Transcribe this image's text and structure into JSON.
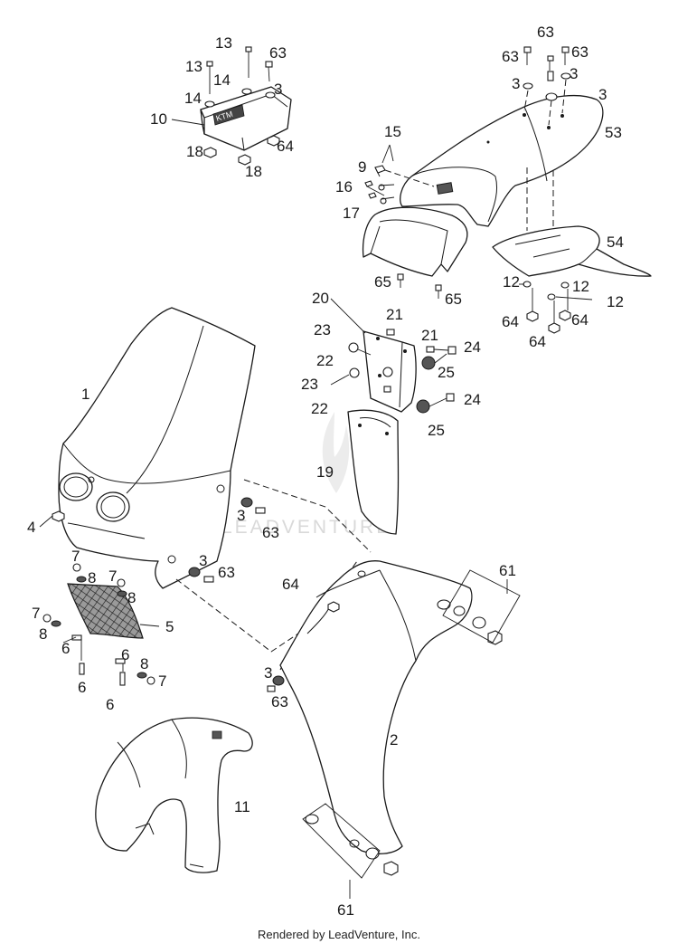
{
  "footer_text": "Rendered by LeadVenture, Inc.",
  "watermark_text": "LEADVENTURE",
  "callouts": [
    {
      "id": "c13a",
      "text": "13"
    },
    {
      "id": "c63a",
      "text": "63"
    },
    {
      "id": "c13b",
      "text": "13"
    },
    {
      "id": "c14a",
      "text": "14"
    },
    {
      "id": "c3a",
      "text": "3"
    },
    {
      "id": "c14b",
      "text": "14"
    },
    {
      "id": "c10",
      "text": "10"
    },
    {
      "id": "c18a",
      "text": "18"
    },
    {
      "id": "c64a",
      "text": "64"
    },
    {
      "id": "c18b",
      "text": "18"
    },
    {
      "id": "c63b",
      "text": "63"
    },
    {
      "id": "c63c",
      "text": "63"
    },
    {
      "id": "c63d",
      "text": "63"
    },
    {
      "id": "c3b",
      "text": "3"
    },
    {
      "id": "c3c",
      "text": "3"
    },
    {
      "id": "c3d",
      "text": "3"
    },
    {
      "id": "c53",
      "text": "53"
    },
    {
      "id": "c15",
      "text": "15"
    },
    {
      "id": "c9",
      "text": "9"
    },
    {
      "id": "c16",
      "text": "16"
    },
    {
      "id": "c17",
      "text": "17"
    },
    {
      "id": "c54",
      "text": "54"
    },
    {
      "id": "c12a",
      "text": "12"
    },
    {
      "id": "c12b",
      "text": "12"
    },
    {
      "id": "c12c",
      "text": "12"
    },
    {
      "id": "c65a",
      "text": "65"
    },
    {
      "id": "c65b",
      "text": "65"
    },
    {
      "id": "c64b",
      "text": "64"
    },
    {
      "id": "c64c",
      "text": "64"
    },
    {
      "id": "c64d",
      "text": "64"
    },
    {
      "id": "c20",
      "text": "20"
    },
    {
      "id": "c21a",
      "text": "21"
    },
    {
      "id": "c23a",
      "text": "23"
    },
    {
      "id": "c21b",
      "text": "21"
    },
    {
      "id": "c24a",
      "text": "24"
    },
    {
      "id": "c22a",
      "text": "22"
    },
    {
      "id": "c25a",
      "text": "25"
    },
    {
      "id": "c23b",
      "text": "23"
    },
    {
      "id": "c22b",
      "text": "22"
    },
    {
      "id": "c24b",
      "text": "24"
    },
    {
      "id": "c25b",
      "text": "25"
    },
    {
      "id": "c19",
      "text": "19"
    },
    {
      "id": "c1",
      "text": "1"
    },
    {
      "id": "c4",
      "text": "4"
    },
    {
      "id": "c3e",
      "text": "3"
    },
    {
      "id": "c63e",
      "text": "63"
    },
    {
      "id": "c3f",
      "text": "3"
    },
    {
      "id": "c63f",
      "text": "63"
    },
    {
      "id": "c7a",
      "text": "7"
    },
    {
      "id": "c8a",
      "text": "8"
    },
    {
      "id": "c7b",
      "text": "7"
    },
    {
      "id": "c8b",
      "text": "8"
    },
    {
      "id": "c5",
      "text": "5"
    },
    {
      "id": "c7c",
      "text": "7"
    },
    {
      "id": "c8c",
      "text": "8"
    },
    {
      "id": "c6a",
      "text": "6"
    },
    {
      "id": "c6b",
      "text": "6"
    },
    {
      "id": "c8d",
      "text": "8"
    },
    {
      "id": "c7d",
      "text": "7"
    },
    {
      "id": "c6c",
      "text": "6"
    },
    {
      "id": "c6d",
      "text": "6"
    },
    {
      "id": "c64e",
      "text": "64"
    },
    {
      "id": "c61a",
      "text": "61"
    },
    {
      "id": "c3g",
      "text": "3"
    },
    {
      "id": "c63g",
      "text": "63"
    },
    {
      "id": "c2",
      "text": "2"
    },
    {
      "id": "c11",
      "text": "11"
    },
    {
      "id": "c61b",
      "text": "61"
    }
  ]
}
